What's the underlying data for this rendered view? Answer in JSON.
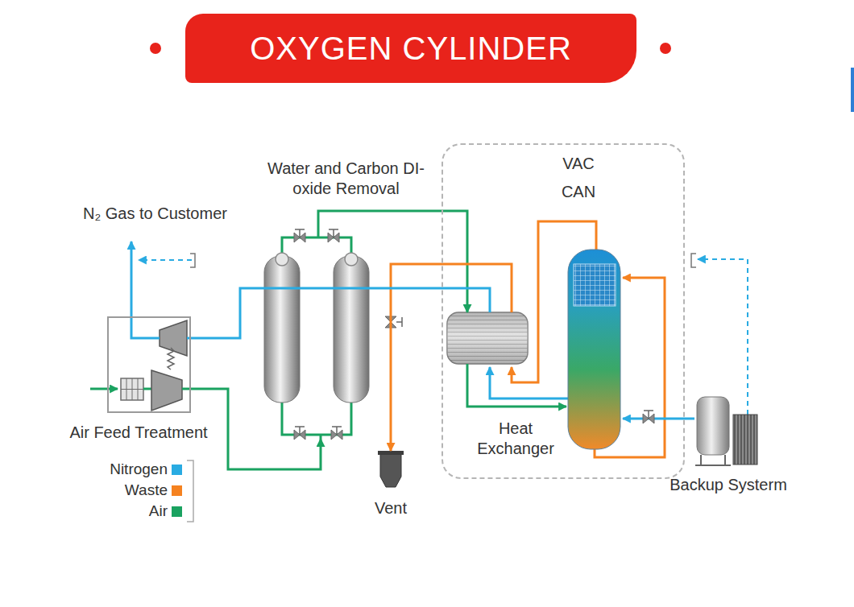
{
  "diagram": {
    "title": "OXYGEN CYLINDER",
    "nodes": [
      {
        "text": [
          "Water and Carbon DI-oxide Removal"
        ]
      },
      {
        "text": [
          "VAC CAN"
        ]
      },
      {
        "text": [
          "Air Feed Treatment"
        ]
      },
      {
        "text": [
          "Heat Exchanger"
        ],
        "in": 1
      },
      {
        "text": [
          "Vent"
        ]
      },
      {
        "text": [
          "Backup Systerm"
        ]
      }
    ],
    "edges": [
      {
        "from": 2,
        "to": 0,
        "arrow": "to"
      },
      {
        "from": 0,
        "to": 3,
        "arrow": "to"
      },
      {
        "from": 3,
        "to": 4,
        "arrow": "to"
      },
      {
        "from": 3,
        "to": 2,
        "arrow": "none"
      }
    ],
    "labels": [
      "N₂ Gas to Customer"
    ],
    "legend": [
      {
        "text": "Nitrogen",
        "color": "#29abe2"
      },
      {
        "text": "Waste",
        "color": "#f58220"
      },
      {
        "text": "Air",
        "color": "#1aa260"
      }
    ]
  }
}
